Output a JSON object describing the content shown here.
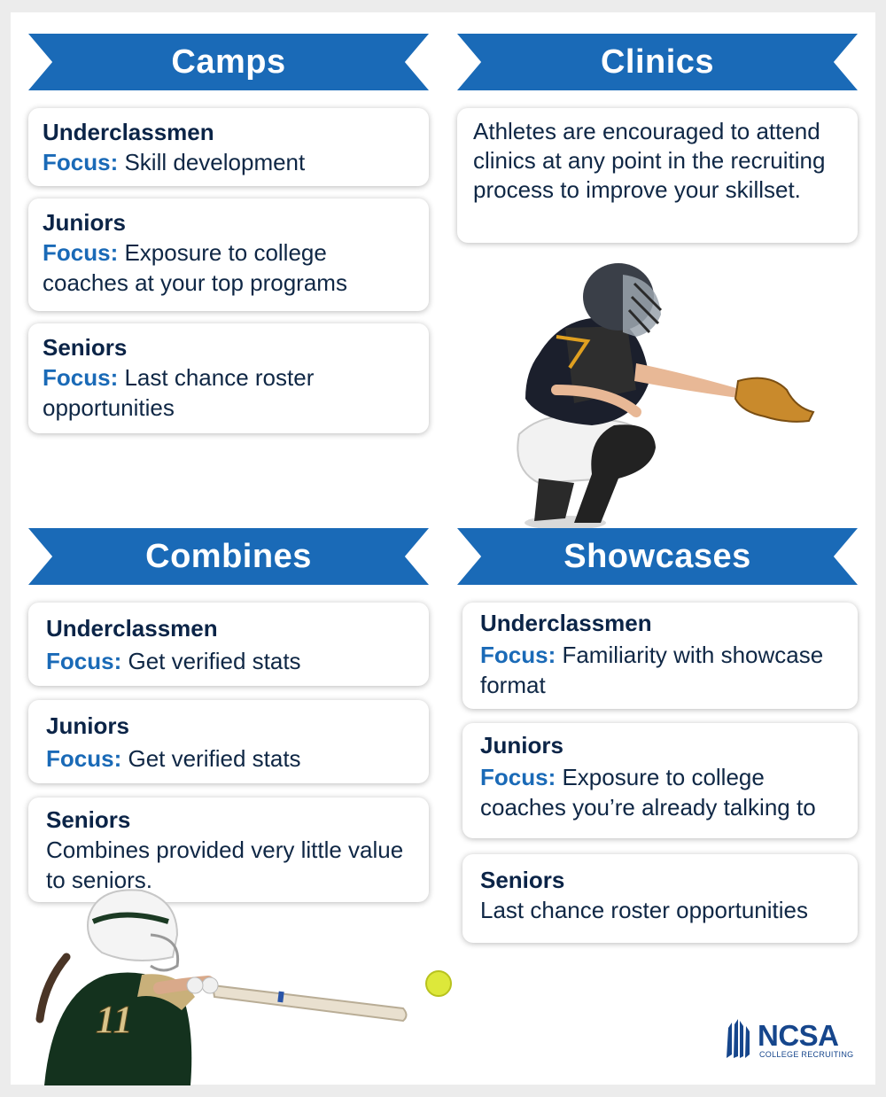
{
  "sections": {
    "camps": {
      "title": "Camps",
      "cards": [
        {
          "heading": "Underclassmen",
          "focus_label": "Focus:",
          "text": "Skill development"
        },
        {
          "heading": "Juniors",
          "focus_label": "Focus:",
          "text": "Exposure to college coaches at your top programs"
        },
        {
          "heading": "Seniors",
          "focus_label": "Focus:",
          "text": "Last chance roster opportunities"
        }
      ]
    },
    "clinics": {
      "title": "Clinics",
      "text": "Athletes are encouraged to attend clinics at any point in the recruiting process to improve your skillset."
    },
    "combines": {
      "title": "Combines",
      "cards": [
        {
          "heading": "Underclassmen",
          "focus_label": "Focus:",
          "text": "Get verified stats"
        },
        {
          "heading": "Juniors",
          "focus_label": "Focus:",
          "text": "Get verified stats"
        },
        {
          "heading": "Seniors",
          "text": "Combines provided very little value to seniors."
        }
      ]
    },
    "showcases": {
      "title": "Showcases",
      "cards": [
        {
          "heading": "Underclassmen",
          "focus_label": "Focus:",
          "text": "Familiarity with showcase format"
        },
        {
          "heading": "Juniors",
          "focus_label": "Focus:",
          "text": "Exposure to college coaches you’re already talking to"
        },
        {
          "heading": "Seniors",
          "text": "Last chance roster opportunities"
        }
      ]
    }
  },
  "batter": {
    "jersey_number": "11"
  },
  "logo": {
    "name": "NCSA",
    "tagline": "COLLEGE RECRUITING"
  },
  "colors": {
    "accent": "#1a6ab7",
    "heading": "#0b2447",
    "text": "#0f2745"
  }
}
